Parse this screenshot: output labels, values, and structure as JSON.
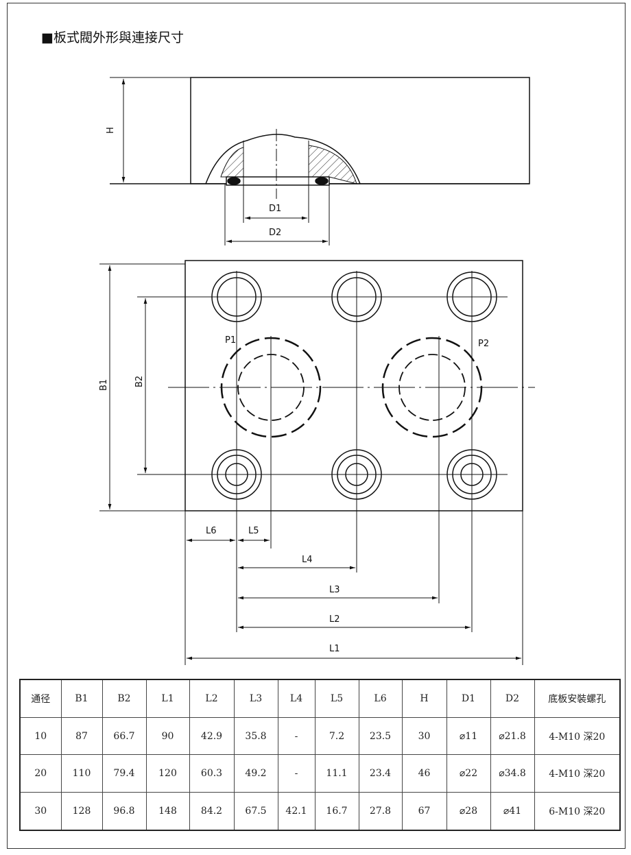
{
  "title": "■板式閥外形與連接尺寸",
  "drawing": {
    "side_labels": {
      "H": "H",
      "D1": "D1",
      "D2": "D2"
    },
    "plan_labels": {
      "P1": "P1",
      "P2": "P2",
      "B1": "B1",
      "B2": "B2",
      "L1": "L1",
      "L2": "L2",
      "L3": "L3",
      "L4": "L4",
      "L5": "L5",
      "L6": "L6"
    }
  },
  "table": {
    "headers": [
      "通径",
      "B1",
      "B2",
      "L1",
      "L2",
      "L3",
      "L4",
      "L5",
      "L6",
      "H",
      "D1",
      "D2",
      "底板安裝螺孔"
    ],
    "rows": [
      [
        "10",
        "87",
        "66.7",
        "90",
        "42.9",
        "35.8",
        "-",
        "7.2",
        "23.5",
        "30",
        "⌀11",
        "⌀21.8",
        "4-M10 深20"
      ],
      [
        "20",
        "110",
        "79.4",
        "120",
        "60.3",
        "49.2",
        "-",
        "11.1",
        "23.4",
        "46",
        "⌀22",
        "⌀34.8",
        "4-M10 深20"
      ],
      [
        "30",
        "128",
        "96.8",
        "148",
        "84.2",
        "67.5",
        "42.1",
        "16.7",
        "27.8",
        "67",
        "⌀28",
        "⌀41",
        "6-M10 深20"
      ]
    ]
  }
}
